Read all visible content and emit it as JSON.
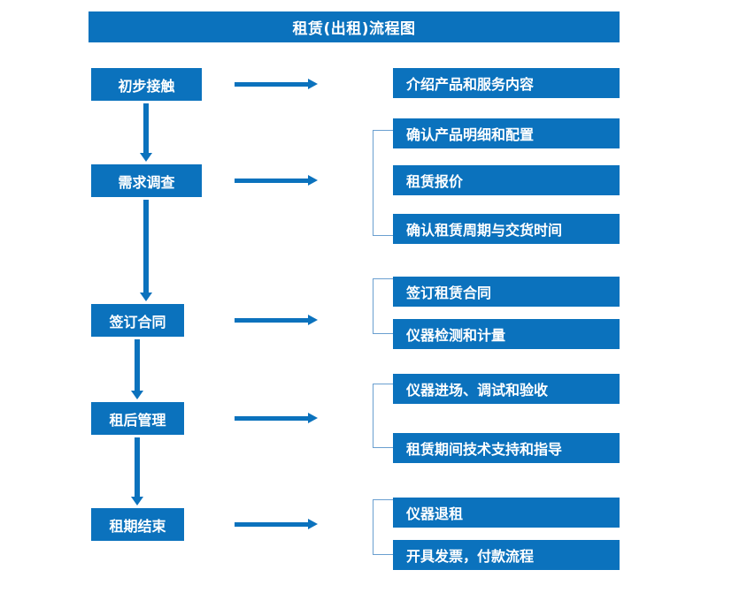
{
  "diagram": {
    "title": "租赁(出租)流程图",
    "colors": {
      "box_fill": "#0b72bd",
      "box_text": "#ffffff",
      "arrow": "#0b72bd",
      "bracket": "#6a9fd0",
      "background": "#ffffff"
    },
    "stages": [
      {
        "label": "初步接触"
      },
      {
        "label": "需求调查"
      },
      {
        "label": "签订合同"
      },
      {
        "label": "租后管理"
      },
      {
        "label": "租期结束"
      }
    ],
    "tasks": [
      {
        "label": "介绍产品和服务内容"
      },
      {
        "label": "确认产品明细和配置"
      },
      {
        "label": "租赁报价"
      },
      {
        "label": "确认租赁周期与交货时间"
      },
      {
        "label": "签订租赁合同"
      },
      {
        "label": "仪器检测和计量"
      },
      {
        "label": "仪器进场、调试和验收"
      },
      {
        "label": "租赁期间技术支持和指导"
      },
      {
        "label": "仪器退租"
      },
      {
        "label": "开具发票，付款流程"
      }
    ],
    "groups": [
      {
        "stage": "需求调查",
        "tasks": [
          "确认产品明细和配置",
          "租赁报价",
          "确认租赁周期与交货时间"
        ]
      },
      {
        "stage": "签订合同",
        "tasks": [
          "签订租赁合同",
          "仪器检测和计量"
        ]
      },
      {
        "stage": "租后管理",
        "tasks": [
          "仪器进场、调试和验收",
          "租赁期间技术支持和指导"
        ]
      },
      {
        "stage": "租期结束",
        "tasks": [
          "仪器退租",
          "开具发票，付款流程"
        ]
      }
    ],
    "flow": [
      {
        "from": "初步接触",
        "to": "需求调查"
      },
      {
        "from": "需求调查",
        "to": "签订合同"
      },
      {
        "from": "签订合同",
        "to": "租后管理"
      },
      {
        "from": "租后管理",
        "to": "租期结束"
      }
    ]
  }
}
